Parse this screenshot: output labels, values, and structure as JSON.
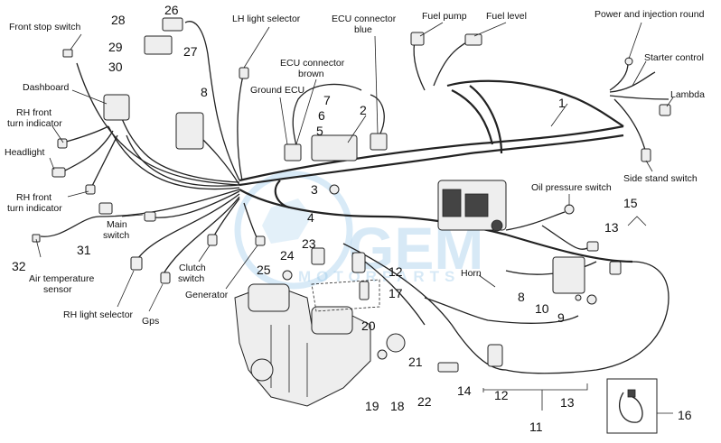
{
  "labels": {
    "front_stop_switch": "Front stop switch",
    "dashboard": "Dashboard",
    "rh_front_turn_indicator_1": "RH front\nturn indicator",
    "headlight": "Headlight",
    "rh_front_turn_indicator_2": "RH front\nturn indicator",
    "main_switch": "Main\nswitch",
    "air_temperature_sensor": "Air temperature\nsensor",
    "rh_light_selector": "RH light selector",
    "gps": "Gps",
    "clutch_switch": "Clutch\nswitch",
    "generator": "Generator",
    "lh_light_selector": "LH light selector",
    "ground_ecu": "Ground ECU",
    "ecu_connector_brown": "ECU connector\nbrown",
    "ecu_connector_blue": "ECU connector\nblue",
    "fuel_pump": "Fuel pump",
    "fuel_level": "Fuel level",
    "power_injection_round": "Power and injection round",
    "starter_control": "Starter control",
    "lambda": "Lambda",
    "side_stand_switch": "Side stand switch",
    "oil_pressure_switch": "Oil pressure switch",
    "horn": "Horn"
  },
  "numbers": [
    "1",
    "2",
    "3",
    "4",
    "5",
    "6",
    "7",
    "8",
    "8",
    "9",
    "10",
    "11",
    "12",
    "12",
    "13",
    "13",
    "14",
    "15",
    "16",
    "17",
    "18",
    "19",
    "20",
    "21",
    "22",
    "23",
    "24",
    "25",
    "26",
    "27",
    "28",
    "29",
    "30",
    "31",
    "32"
  ],
  "watermark": {
    "brand": "GEM",
    "sub": "MOTORPARTS"
  }
}
